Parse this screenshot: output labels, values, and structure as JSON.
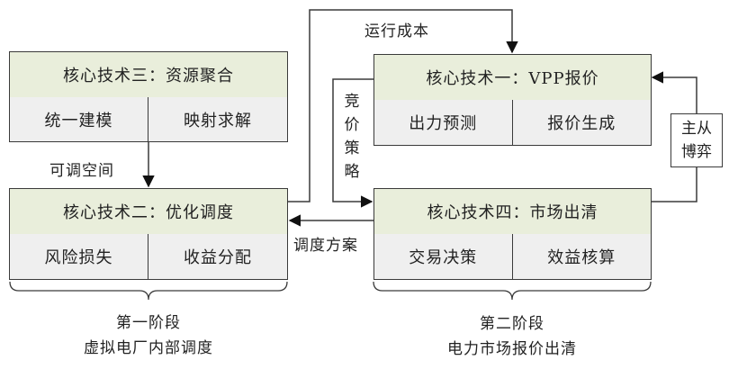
{
  "boxes": {
    "tech3": {
      "title": "核心技术三：资源聚合",
      "left": "统一建模",
      "right": "映射求解"
    },
    "tech1": {
      "title": "核心技术一：VPP报价",
      "left": "出力预测",
      "right": "报价生成"
    },
    "tech2": {
      "title": "核心技术二：优化调度",
      "left": "风险损失",
      "right": "收益分配"
    },
    "tech4": {
      "title": "核心技术四：市场出清",
      "left": "交易决策",
      "right": "效益核算"
    }
  },
  "edges": {
    "operating_cost": "运行成本",
    "adjustable_space": "可调空间",
    "bidding_strategy": [
      "竞",
      "价",
      "策",
      "略"
    ],
    "dispatch_plan": "调度方案",
    "stackelberg": [
      "主从",
      "博弈"
    ]
  },
  "stages": {
    "stage1": {
      "line1": "第一阶段",
      "line2": "虚拟电厂内部调度"
    },
    "stage2": {
      "line1": "第二阶段",
      "line2": "电力市场报价出清"
    }
  },
  "colors": {
    "header_fill": "#e9eedb",
    "cell_fill": "#efefef",
    "line": "#3a3a3a"
  }
}
